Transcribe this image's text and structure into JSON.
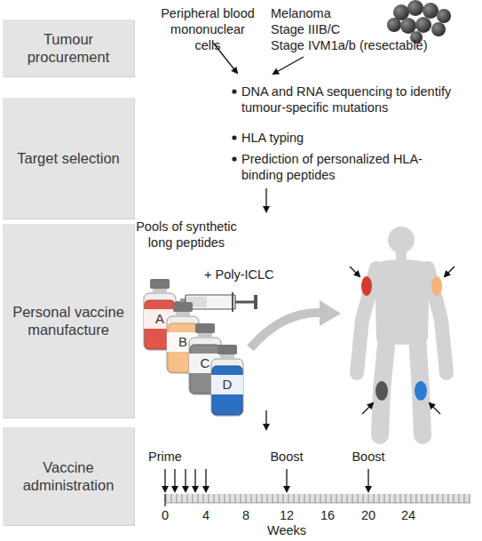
{
  "diagram": {
    "nodes": [
      {
        "text": [
          "Tumour procurement"
        ]
      },
      {
        "text": [
          "Target selection"
        ]
      },
      {
        "text": [
          "Personal vaccine manufacture"
        ]
      },
      {
        "text": [
          "Vaccine administration"
        ]
      },
      {
        "text": [
          "A"
        ]
      },
      {
        "text": [
          "B"
        ]
      },
      {
        "text": [
          "C"
        ]
      },
      {
        "text": [
          "D"
        ]
      }
    ],
    "labels": [
      "Peripheral blood mononuclear cells",
      "Melanoma",
      "Stage IIIB/C",
      "Stage IVM1a/b (resectable)",
      "DNA and RNA sequencing to identify tumour-specific mutations",
      "HLA typing",
      "Prediction of personalized HLA-binding peptides",
      "Pools of synthetic long peptides",
      "+ Poly-ICLC",
      "Prime",
      "Boost",
      "Boost",
      "0",
      "4",
      "8",
      "12",
      "16",
      "20",
      "24",
      "Weeks"
    ]
  }
}
